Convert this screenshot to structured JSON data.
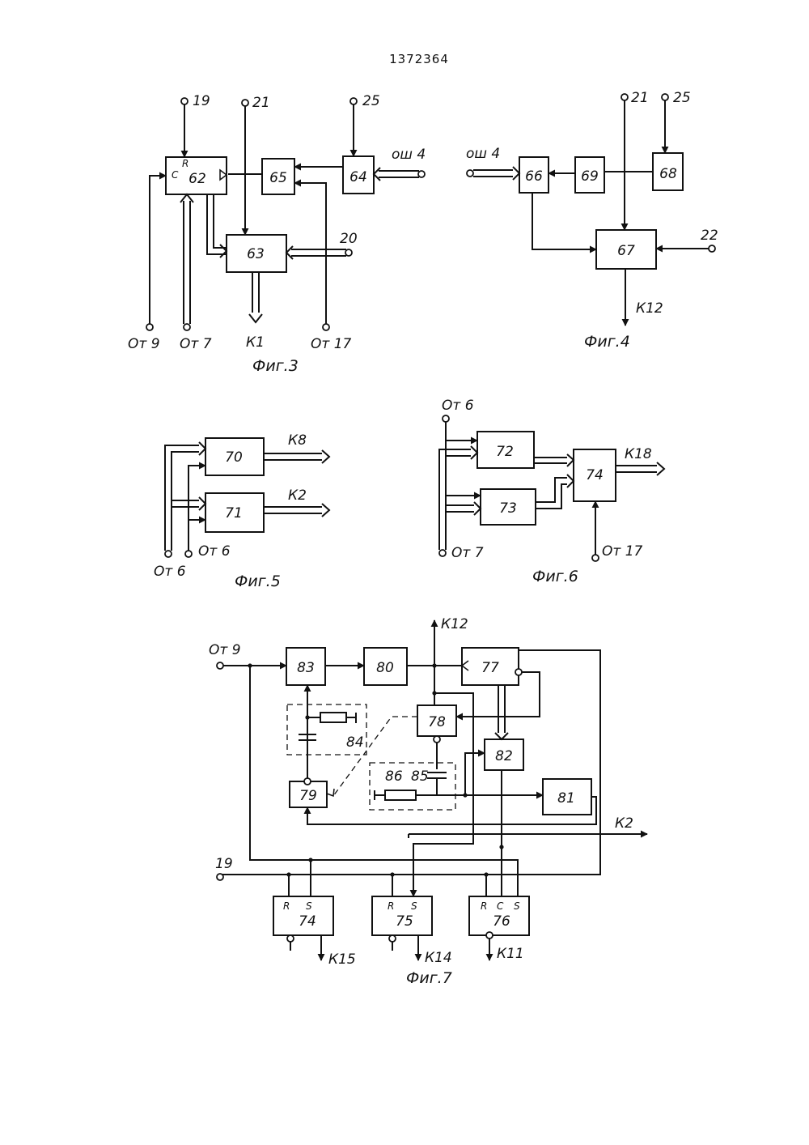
{
  "document": {
    "number": "1372364"
  },
  "fig3": {
    "caption": "Фиг.3",
    "blocks": {
      "b62": "62",
      "b63": "63",
      "b64": "64",
      "b65": "65"
    },
    "pins": {
      "c": "C",
      "r": "R"
    },
    "terminals": {
      "t19": "19",
      "t21": "21",
      "t25": "25",
      "t20": "20",
      "osh4": "ош 4"
    },
    "inputs": {
      "ot9": "От 9",
      "ot7": "От 7",
      "ot17": "От 17"
    },
    "outputs": {
      "k1": "К1"
    }
  },
  "fig4": {
    "caption": "Фиг.4",
    "blocks": {
      "b66": "66",
      "b67": "67",
      "b68": "68",
      "b69": "69"
    },
    "terminals": {
      "t21": "21",
      "t25": "25",
      "t22": "22",
      "osh4": "ош 4"
    },
    "outputs": {
      "k12": "К12"
    }
  },
  "fig5": {
    "caption": "Фиг.5",
    "blocks": {
      "b70": "70",
      "b71": "71"
    },
    "inputs": {
      "ot6a": "От 6",
      "ot6b": "От 6"
    },
    "outputs": {
      "k8": "К8",
      "k2": "К2"
    }
  },
  "fig6": {
    "caption": "Фиг.6",
    "blocks": {
      "b72": "72",
      "b73": "73",
      "b74": "74"
    },
    "inputs": {
      "ot6": "От 6",
      "ot7": "От 7",
      "ot17": "От 17"
    },
    "outputs": {
      "k18": "К18"
    }
  },
  "fig7": {
    "caption": "Фиг.7",
    "blocks": {
      "b74": "74",
      "b75": "75",
      "b76": "76",
      "b77": "77",
      "b78": "78",
      "b79": "79",
      "b80": "80",
      "b81": "81",
      "b82": "82",
      "b83": "83"
    },
    "groups": {
      "g84": "84",
      "g85": "85",
      "g86": "86"
    },
    "pins": {
      "r": "R",
      "s": "S",
      "c": "C"
    },
    "inputs": {
      "ot9": "От 9",
      "t19": "19"
    },
    "outputs": {
      "k12": "К12",
      "k2": "К2",
      "k15": "К15",
      "k14": "К14",
      "k11": "К11"
    }
  }
}
